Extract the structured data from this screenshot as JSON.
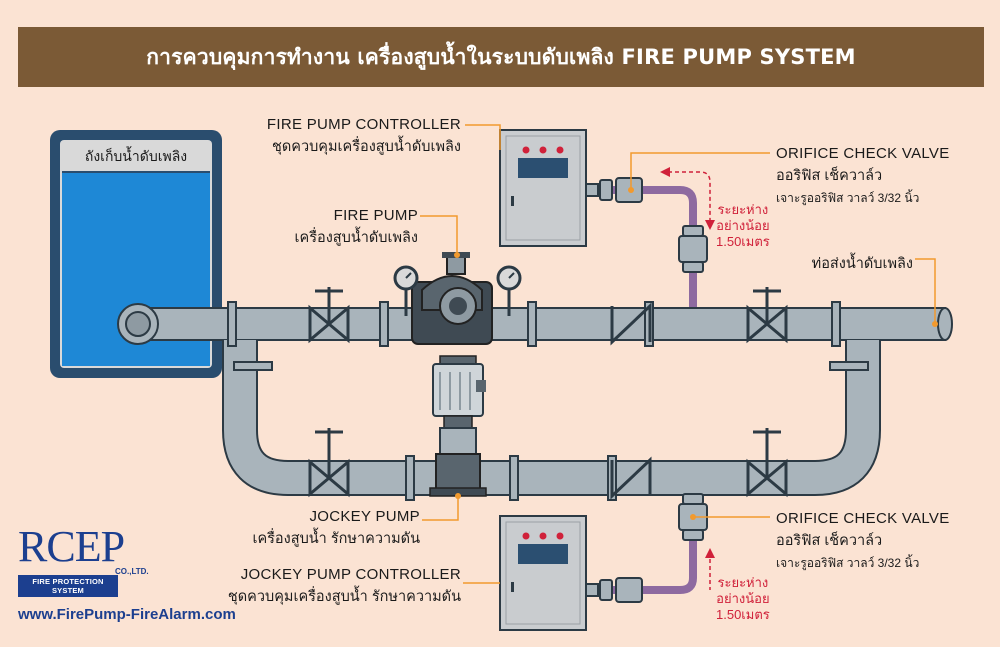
{
  "title": "การควบคุมการทำงาน เครื่องสูบน้ำในระบบดับเพลิง FIRE PUMP SYSTEM",
  "tank": {
    "label": "ถังเก็บน้ำดับเพลิง"
  },
  "labels": {
    "fire_pump_controller": {
      "en": "FIRE PUMP CONTROLLER",
      "th": "ชุดควบคุมเครื่องสูบน้ำดับเพลิง"
    },
    "fire_pump": {
      "en": "FIRE PUMP",
      "th": "เครื่องสูบน้ำดับเพลิง"
    },
    "orifice_top": {
      "en": "ORIFICE CHECK VALVE",
      "th": "ออริฟิส เช็ควาล์ว",
      "sub": "เจาะรูออริฟิส วาลว์ 3/32 นิ้ว"
    },
    "orifice_bottom": {
      "en": "ORIFICE CHECK VALVE",
      "th": "ออริฟิส เช็ควาล์ว",
      "sub": "เจาะรูออริฟิส วาลว์ 3/32 นิ้ว"
    },
    "fire_pipe": {
      "th": "ท่อส่งน้ำดับเพลิง"
    },
    "jockey_pump": {
      "en": "JOCKEY PUMP",
      "th": "เครื่องสูบน้ำ รักษาความดัน"
    },
    "jockey_pump_controller": {
      "en": "JOCKEY PUMP CONTROLLER",
      "th": "ชุดควบคุมเครื่องสูบน้ำ รักษาความดัน"
    }
  },
  "distance_top": {
    "line1": "ระยะห่าง",
    "line2": "อย่างน้อย",
    "line3": "1.50เมตร"
  },
  "distance_bottom": {
    "line1": "ระยะห่าง",
    "line2": "อย่างน้อย",
    "line3": "1.50เมตร"
  },
  "logo": {
    "main": "RCEP",
    "co": "CO.,LTD.",
    "tagline": "FIRE PROTECTION SYSTEM"
  },
  "website": "www.FirePump-FireAlarm.com",
  "colors": {
    "background": "#fbe3d3",
    "title_bar": "#7b5a36",
    "pipe": "#a9b4bb",
    "pipe_outline": "#2c3a44",
    "tank_water": "#1e88d6",
    "tank_frame": "#2a4d6e",
    "sense_line": "#8e6aa0",
    "leader": "#f29a2e",
    "distance_text": "#d0213a",
    "brand": "#1c3f8f"
  }
}
